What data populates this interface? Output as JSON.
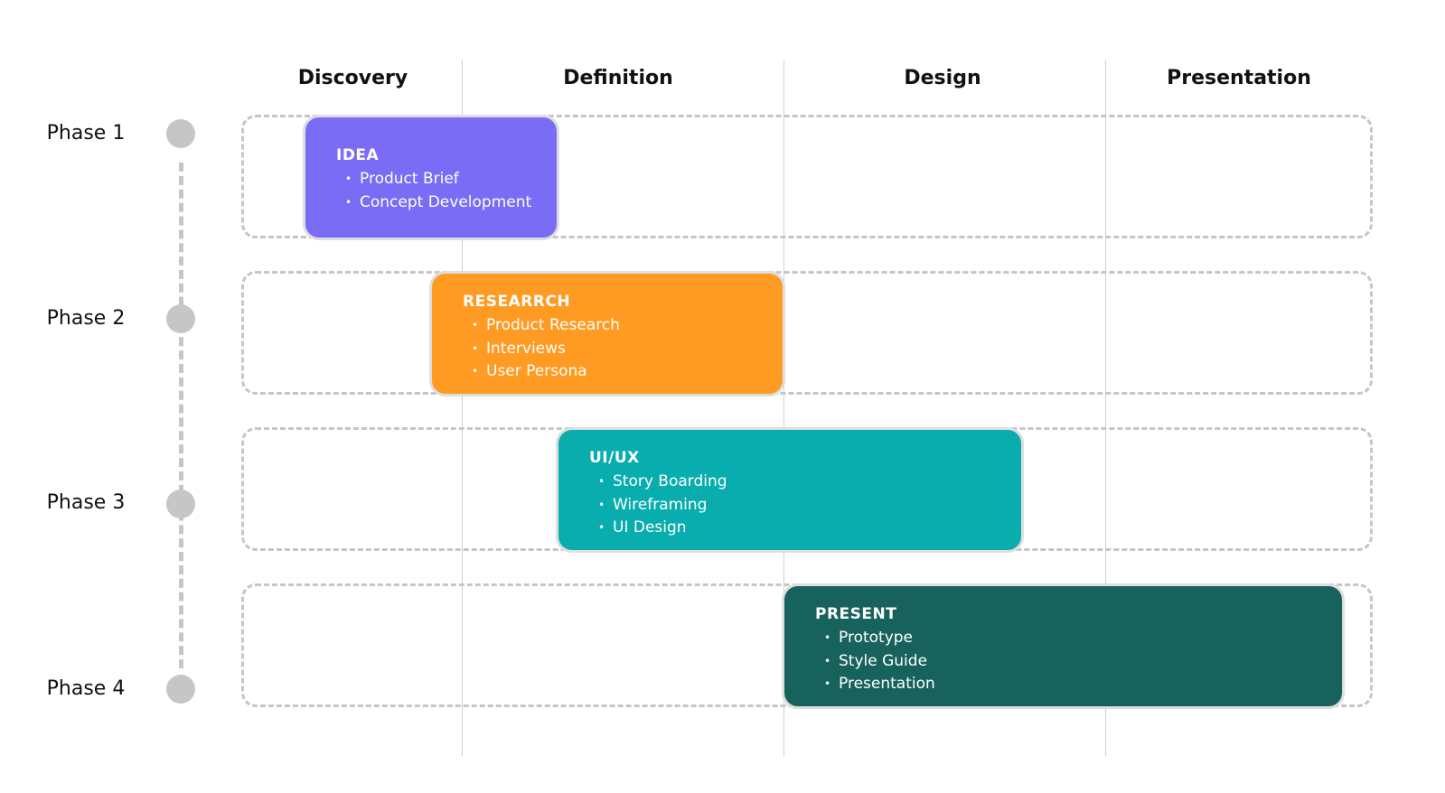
{
  "columns": [
    "Discovery",
    "Definition",
    "Design",
    "Presentation"
  ],
  "phases": [
    "Phase 1",
    "Phase 2",
    "Phase 3",
    "Phase 4"
  ],
  "tasks": [
    {
      "title": "IDEA",
      "items": [
        "Product Brief",
        "Concept Development"
      ],
      "color": "#7b6cf6"
    },
    {
      "title": "RESEARRCH",
      "items": [
        "Product Research",
        "Interviews",
        "User Persona"
      ],
      "color": "#ff9a23"
    },
    {
      "title": "UI/UX",
      "items": [
        "Story Boarding",
        "Wireframing",
        "UI Design"
      ],
      "color": "#0aadae"
    },
    {
      "title": "PRESENT",
      "items": [
        "Prototype",
        "Style Guide",
        "Presentation"
      ],
      "color": "#18625d"
    }
  ],
  "colors": {
    "band_border": "#c6c6c6",
    "divider": "#cfcfcf",
    "phase_dot": "#c6c6c6"
  }
}
